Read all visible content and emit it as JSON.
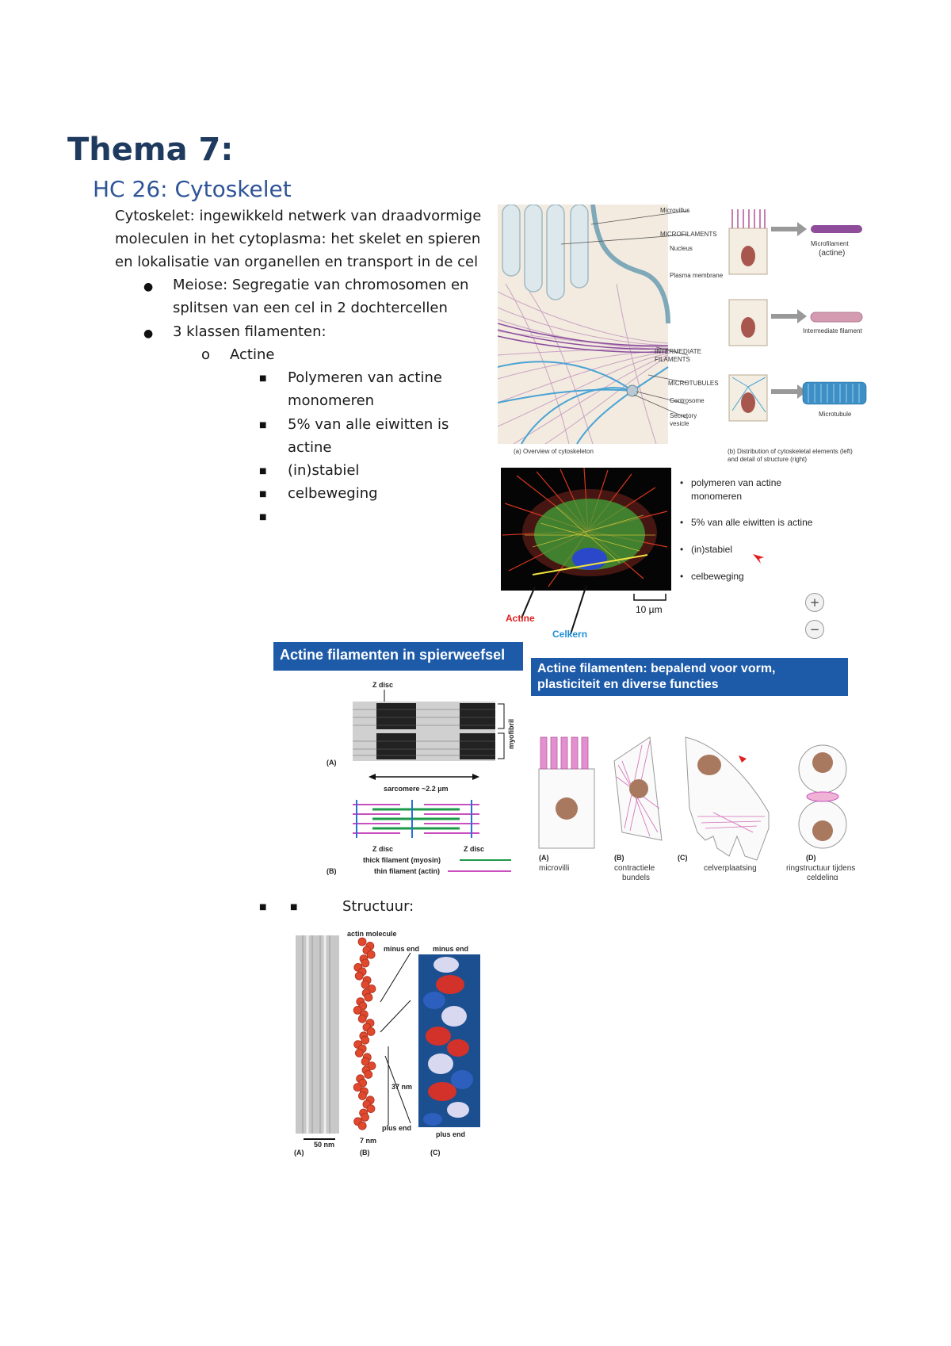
{
  "doc": {
    "title": "Thema 7:",
    "subtitle": "HC 26: Cytoskelet",
    "intro": [
      "Cytoskelet: ingewikkeld netwerk van draadvormige",
      "moleculen in het cytoplasma: het skelet en spieren",
      "en lokalisatie van organellen en transport in de cel"
    ],
    "bullets": [
      {
        "lines": [
          "Meiose: Segregatie van chromosomen en",
          "splitsen van een cel in 2 dochtercellen"
        ]
      },
      {
        "lines": [
          "3 klassen filamenten:"
        ]
      }
    ],
    "sub_item": "Actine",
    "sub_bullets": [
      {
        "lines": [
          "Polymeren van actine",
          "monomeren"
        ]
      },
      {
        "lines": [
          "5% van alle eiwitten is",
          "actine"
        ]
      },
      {
        "lines": [
          "(in)stabiel"
        ]
      },
      {
        "lines": [
          "celbeweging"
        ]
      },
      {
        "lines": [
          ""
        ]
      }
    ],
    "structuur": "Structuur:"
  },
  "fig_overview": {
    "labels": [
      "Microvillus",
      "MICROFILAMENTS",
      "Nucleus",
      "Plasma membrane",
      "INTERMEDIATE",
      "FILAMENTS",
      "MICROTUBULES",
      "Centrosome",
      "Secretory",
      "vesicle"
    ],
    "right_labels": [
      "Microfilament",
      "(actine)",
      "Intermediate filament",
      "Microtubule"
    ],
    "caption_left": "(a) Overview of cytoskeleton",
    "caption_right_1": "(b) Distribution of cytoskeletal elements (left)",
    "caption_right_2": "and detail of structure (right)"
  },
  "fig_fluor": {
    "bullets": [
      "polymeren van actine",
      "monomeren",
      "5% van alle eiwitten is actine",
      "(in)stabiel",
      "celbeweging"
    ],
    "scale": "10 µm",
    "label_actine": "Actine",
    "label_celkern": "Celkern",
    "zoom_in": "+",
    "zoom_out": "−"
  },
  "fig_muscle": {
    "banner": "Actine filamenten in spierweefsel",
    "z_disc": "Z disc",
    "myofibril": "myofibril",
    "panel_a": "(A)",
    "panel_b": "(B)",
    "sarcomere": "sarcomere ~2.2 µm",
    "z_disc_2": "Z disc",
    "z_disc_3": "Z disc",
    "thick": "thick filament (myosin)",
    "thin": "thin filament (actin)"
  },
  "fig_functions": {
    "banner_1": "Actine filamenten: bepalend voor vorm,",
    "banner_2": "plasticiteit en diverse functies",
    "panels": [
      {
        "tag": "(A)",
        "label": "microvilli",
        "label2": ""
      },
      {
        "tag": "(B)",
        "label": "contractiele",
        "label2": "bundels"
      },
      {
        "tag": "(C)",
        "label": "celverplaatsing",
        "label2": ""
      },
      {
        "tag": "(D)",
        "label": "ringstructuur tijdens",
        "label2": "celdeling"
      }
    ]
  },
  "fig_structure": {
    "actin_molecule": "actin molecule",
    "minus_end": "minus end",
    "minus_end_2": "minus end",
    "plus_end": "plus end",
    "plus_end_2": "plus end",
    "nm37": "37 nm",
    "nm7": "7 nm",
    "nm50": "50 nm",
    "tag_a": "(A)",
    "tag_b": "(B)",
    "tag_c": "(C)"
  }
}
